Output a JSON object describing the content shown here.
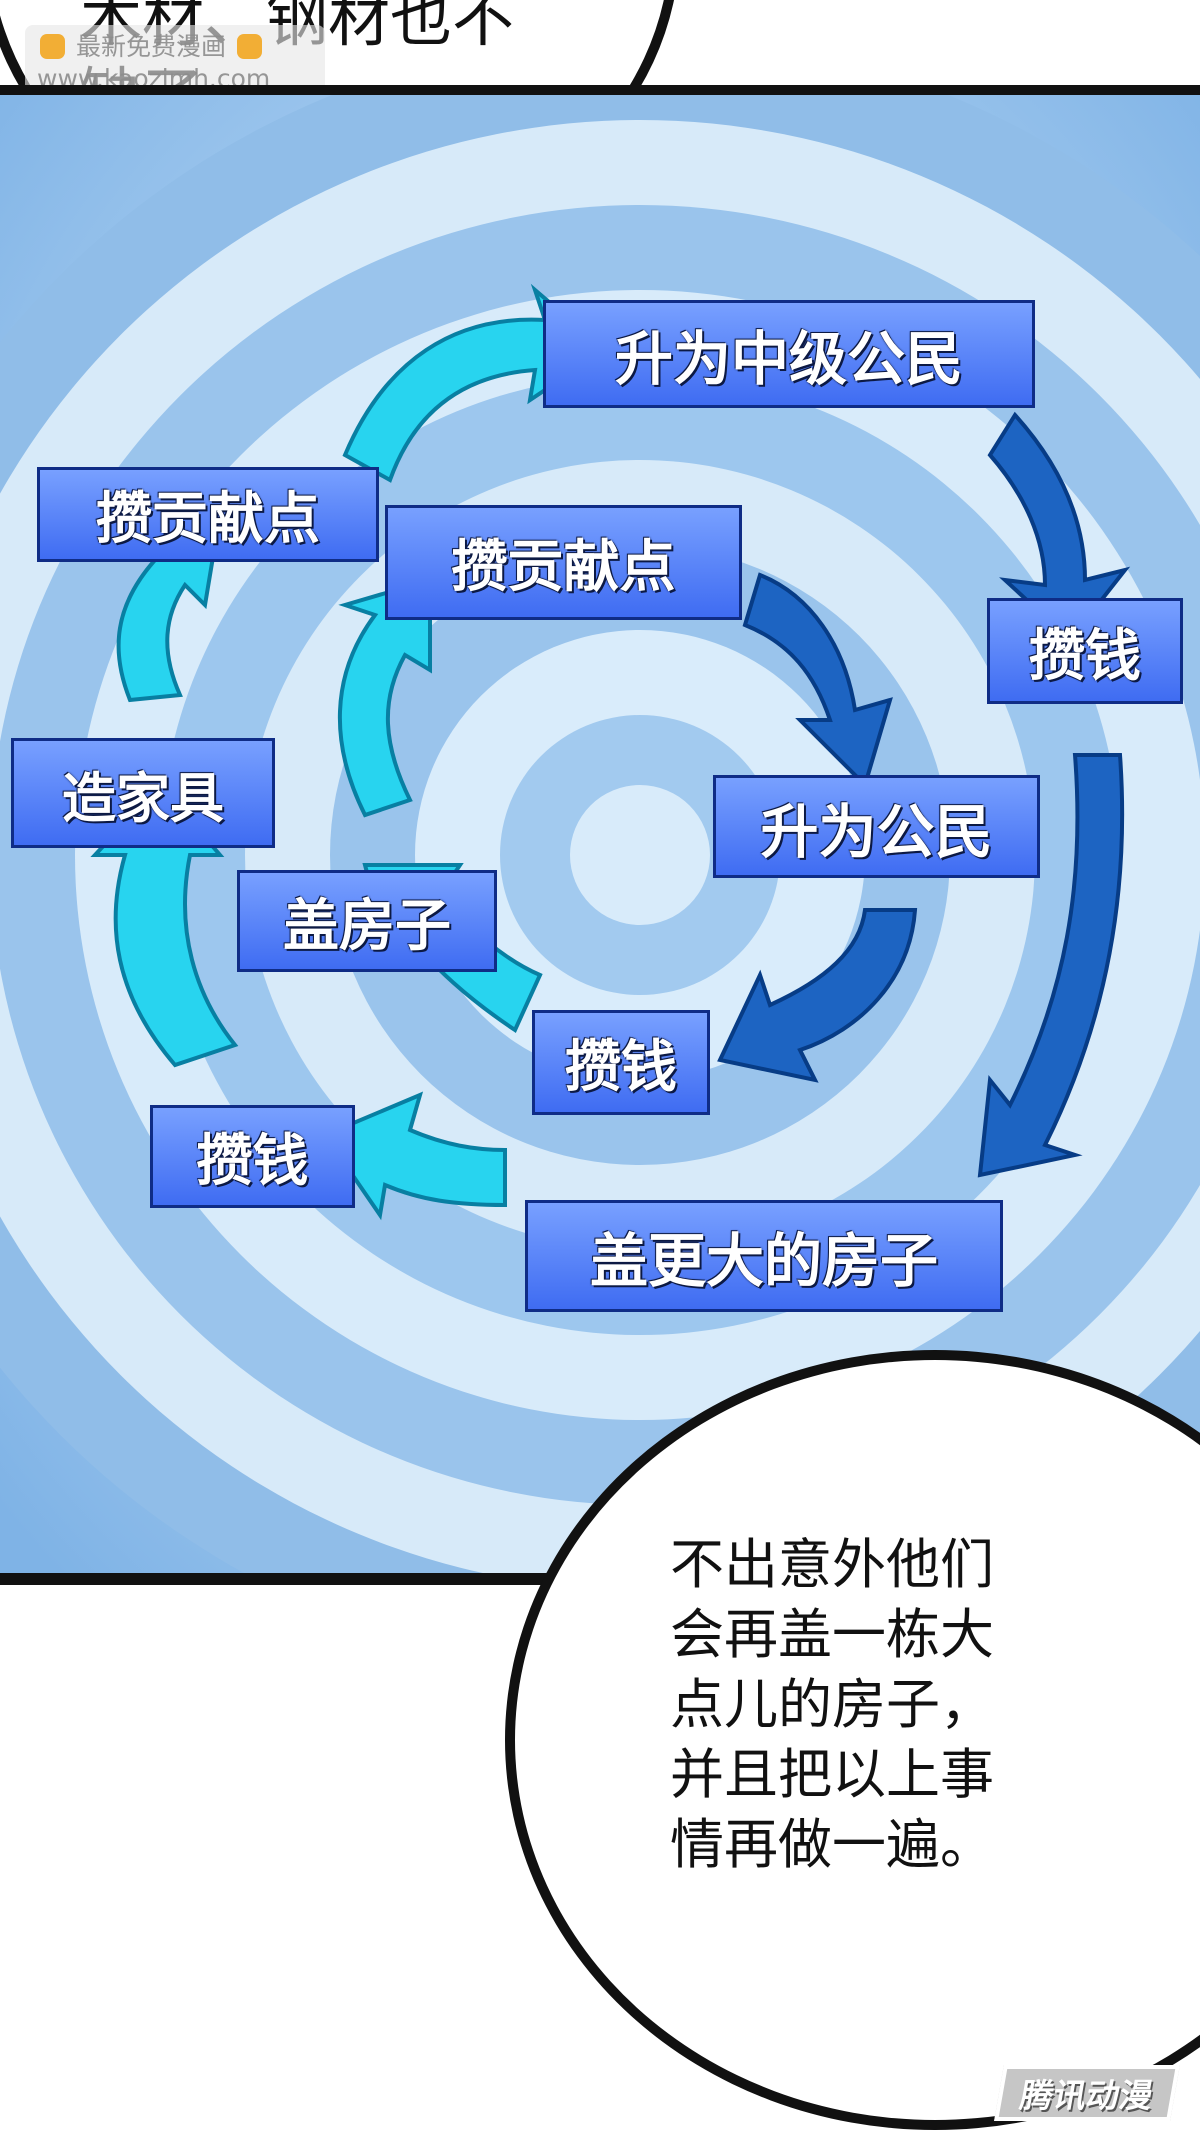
{
  "speech": {
    "top_text": "木材、钢材也不\n缺了，",
    "bottom_text": "不出意外他们\n会再盖一栋大\n点儿的房子，\n并且把以上事\n情再做一遍。"
  },
  "flow_labels": {
    "upgrade_middle": "升为中级公民",
    "contribution_outer": "攒贡献点",
    "contribution_inner": "攒贡献点",
    "money_top_right": "攒钱",
    "furniture": "造家具",
    "citizen": "升为公民",
    "house": "盖房子",
    "money_center": "攒钱",
    "money_bottom_left": "攒钱",
    "bigger_house": "盖更大的房子"
  },
  "watermark": {
    "line1": "最新免费漫画",
    "line2": "www.kaozimh.com"
  },
  "logo": {
    "text": "腾讯动漫"
  },
  "colors": {
    "background_blue": "#9cc4e9",
    "ring_light": "#d8ebfa",
    "ring_mid": "#b8d8f4",
    "box_blue": "#4f7cff",
    "arrow_cyan": "#2ad5f0",
    "arrow_dark": "#1559b7"
  }
}
